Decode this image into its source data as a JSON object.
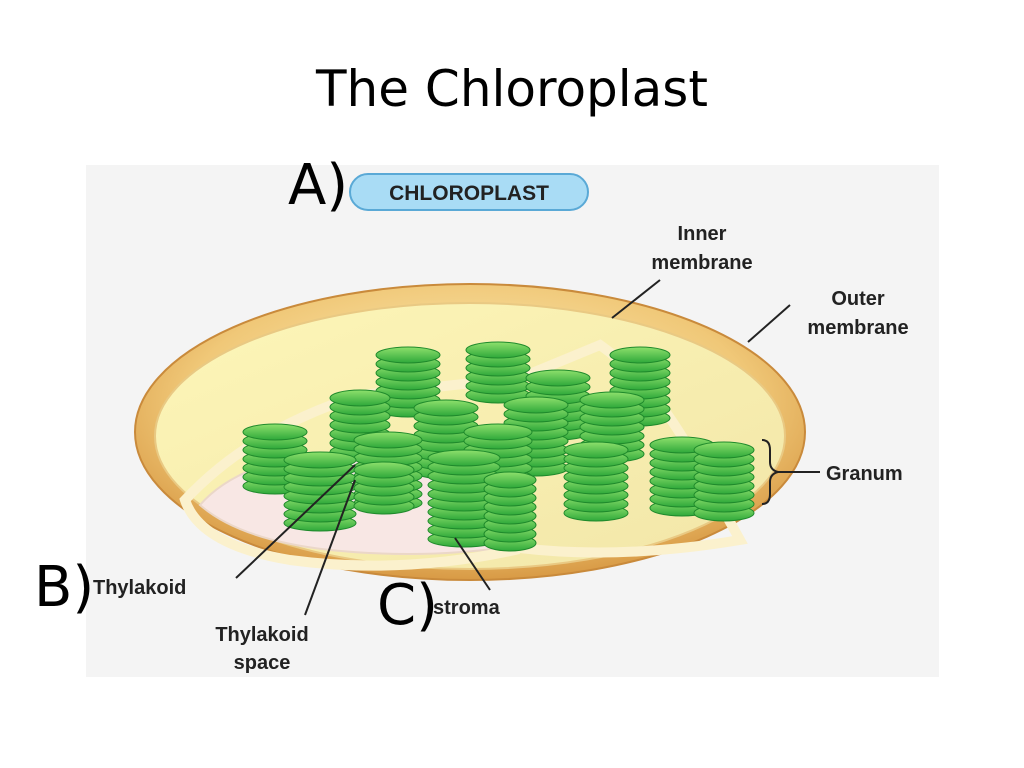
{
  "title": "The Chloroplast",
  "letters": {
    "a": "A)",
    "b": "B)",
    "c": "C)"
  },
  "banner": "CHLOROPLAST",
  "labels": {
    "inner_membrane": [
      "Inner",
      "membrane"
    ],
    "outer_membrane": [
      "Outer",
      "membrane"
    ],
    "granum": "Granum",
    "thylakoid": "Thylakoid",
    "thylakoid_space": [
      "Thylakoid",
      "space"
    ],
    "stroma": "stroma"
  },
  "colors": {
    "outer_membrane": "#e6b866",
    "inner_membrane": "#fbeec0",
    "stroma": "#f8e7e4",
    "grana": "#3fbf3f",
    "banner": "#a9dcf5"
  }
}
